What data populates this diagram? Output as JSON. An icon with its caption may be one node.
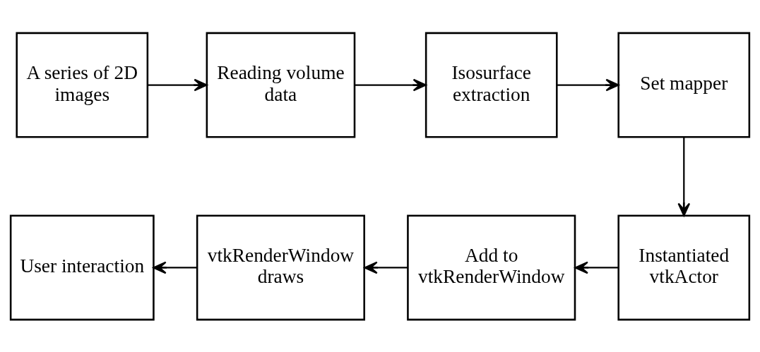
{
  "diagram": {
    "nodes": [
      {
        "text": [
          "A series of 2D images"
        ]
      },
      {
        "text": [
          "Reading volume data"
        ]
      },
      {
        "text": [
          "Isosurface extraction"
        ]
      },
      {
        "text": [
          "Set mapper"
        ]
      },
      {
        "text": [
          "Instantiated vtkActor"
        ]
      },
      {
        "text": [
          "Add to vtkRenderWindow"
        ]
      },
      {
        "text": [
          "vtkRenderWindow draws"
        ]
      },
      {
        "text": [
          "User interaction"
        ]
      }
    ],
    "edges": [
      {
        "from": 0,
        "to": 1,
        "arrow": "to"
      },
      {
        "from": 1,
        "to": 2,
        "arrow": "to"
      },
      {
        "from": 2,
        "to": 3,
        "arrow": "to"
      },
      {
        "from": 3,
        "to": 4,
        "arrow": "to"
      },
      {
        "from": 4,
        "to": 5,
        "arrow": "to"
      },
      {
        "from": 5,
        "to": 6,
        "arrow": "to"
      },
      {
        "from": 6,
        "to": 7,
        "arrow": "to"
      }
    ]
  }
}
